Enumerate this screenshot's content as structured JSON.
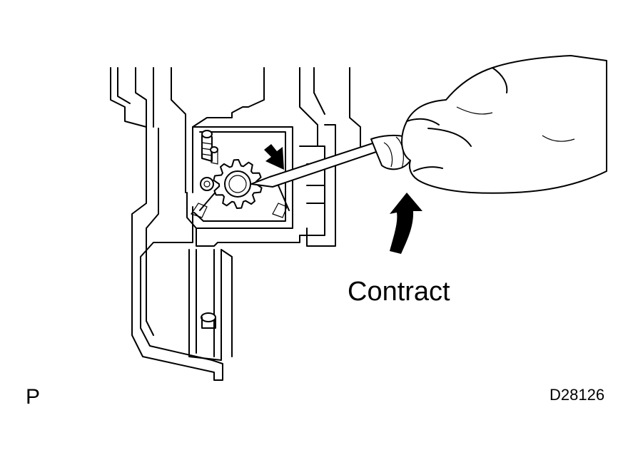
{
  "diagram": {
    "labels": {
      "contract": "Contract",
      "view_marker": "P",
      "figure_code": "D28126"
    },
    "icons": [
      "adjusting-wheel-icon",
      "screwdriver-icon",
      "hand-icon",
      "push-arrow-icon",
      "rotation-arrow-icon"
    ]
  }
}
